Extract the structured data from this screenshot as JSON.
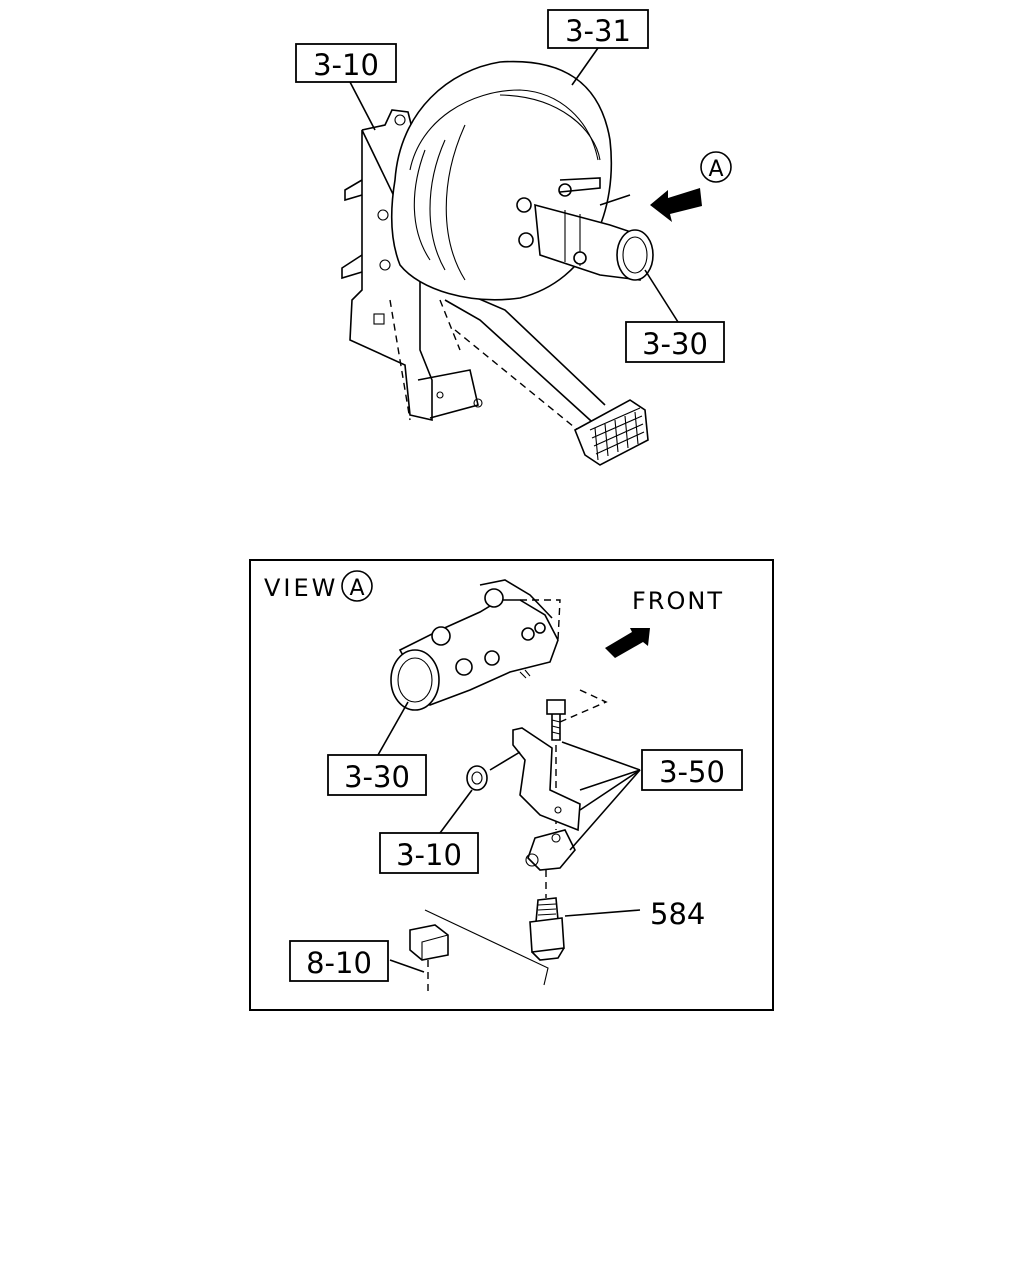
{
  "upper": {
    "callouts": {
      "c1": "3-31",
      "c2": "3-10",
      "c3": "3-30"
    },
    "view_marker": "A"
  },
  "lower": {
    "view_title": "VIEW",
    "view_marker": "A",
    "front_label": "FRONT",
    "callouts": {
      "c1": "3-30",
      "c2": "3-50",
      "c3": "3-10",
      "c4": "584",
      "c5": "8-10"
    }
  }
}
